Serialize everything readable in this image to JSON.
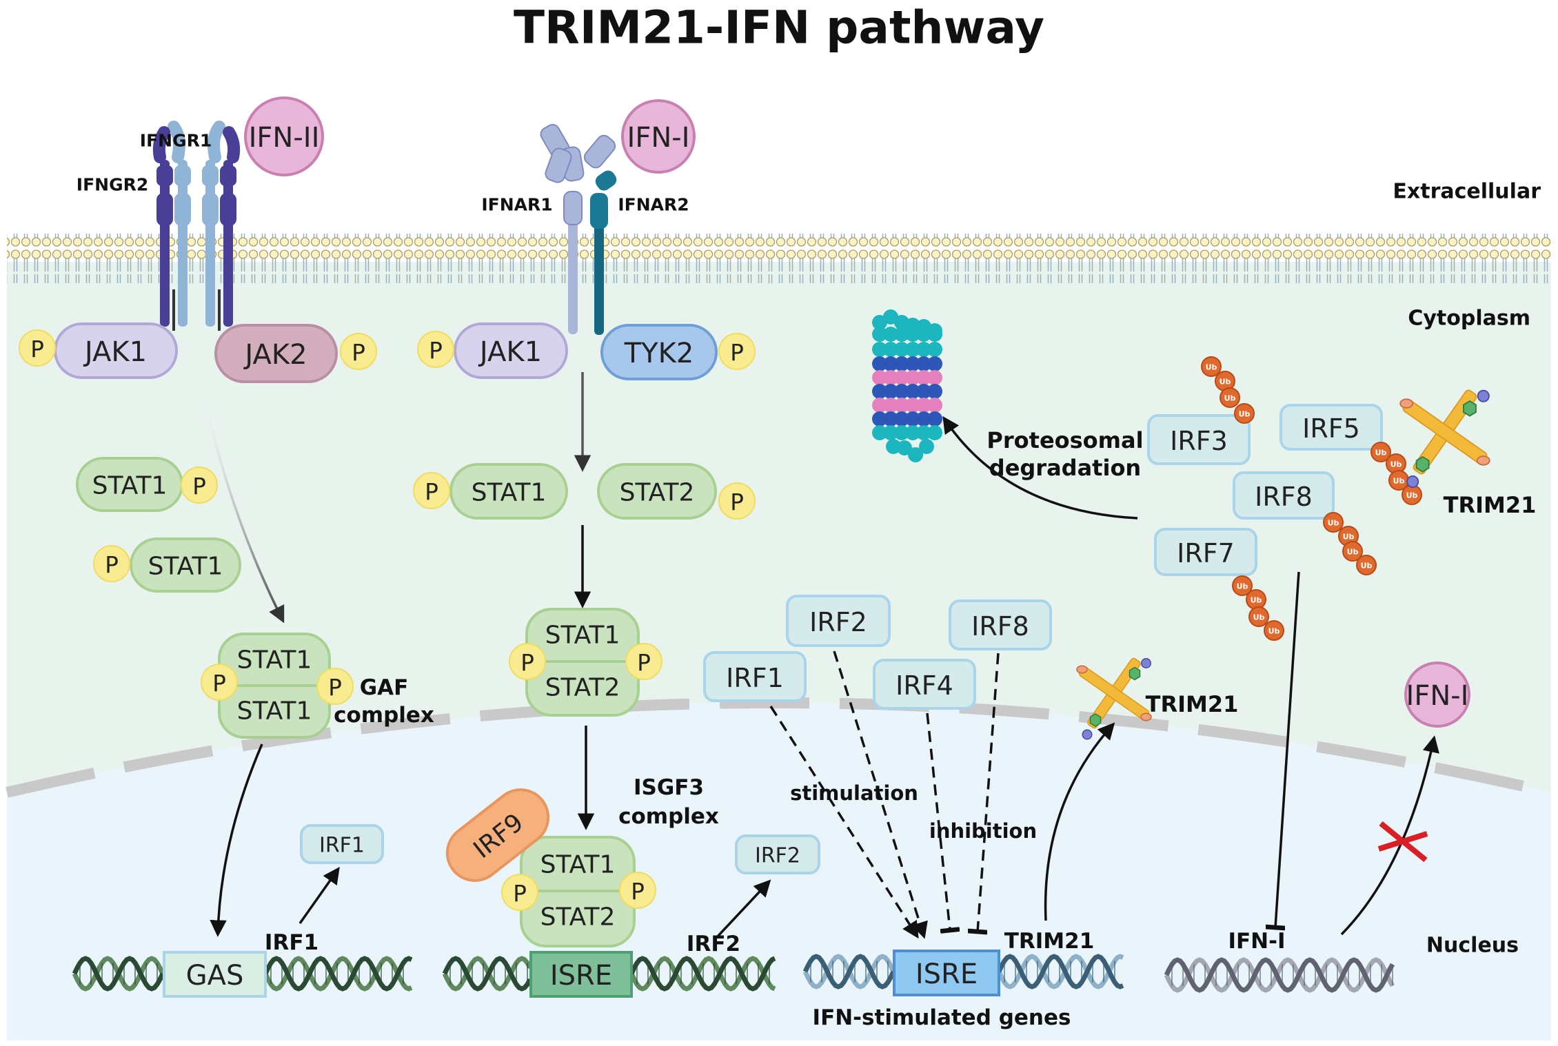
{
  "title": "TRIM21-IFN pathway",
  "compartments": {
    "extracellular": "Extracellular",
    "cytoplasm": "Cytoplasm",
    "nucleus": "Nucleus"
  },
  "ligands": {
    "ifn_ii": "IFN-II",
    "ifn_i_top": "IFN-I",
    "ifn_i_nucleus": "IFN-I"
  },
  "receptors": {
    "ifngr1": "IFNGR1",
    "ifngr2": "IFNGR2",
    "ifnar1": "IFNAR1",
    "ifnar2": "IFNAR2"
  },
  "kinases": {
    "jak1_left": "JAK1",
    "jak2": "JAK2",
    "jak1_right": "JAK1",
    "tyk2": "TYK2"
  },
  "phospho": "P",
  "stats": {
    "stat1_a": "STAT1",
    "stat1_b": "STAT1",
    "stat1_c": "STAT1",
    "stat2_a": "STAT2"
  },
  "complexes": {
    "gaf_top": "STAT1",
    "gaf_bottom": "STAT1",
    "gaf_label": "GAF\ncomplex",
    "isgf3_mid_top": "STAT1",
    "isgf3_mid_bottom": "STAT2",
    "isgf3_top": "STAT1",
    "isgf3_bottom": "STAT2",
    "isgf3_label": "ISGF3\ncomplex",
    "irf9": "IRF9"
  },
  "irfs": {
    "irf1_cyto": "IRF1",
    "irf2_cyto": "IRF2",
    "irf4": "IRF4",
    "irf8_cyto": "IRF8",
    "irf1_nuc": "IRF1",
    "irf2_nuc": "IRF2",
    "irf3": "IRF3",
    "irf5": "IRF5",
    "irf8_ub": "IRF8",
    "irf7": "IRF7"
  },
  "ubiquitin": "Ub",
  "labels": {
    "stimulation": "stimulation",
    "inhibition": "inhibition",
    "proteosomal": "Proteosomal\ndegradation",
    "trim21_cyto": "TRIM21",
    "trim21_top": "TRIM21",
    "trim21_dna": "TRIM21",
    "irf1_dna": "IRF1",
    "irf2_dna": "IRF2",
    "ifn_i_dna": "IFN-I",
    "isgs": "IFN-stimulated genes"
  },
  "promoters": {
    "gas": "GAS",
    "isre_1": "ISRE",
    "isre_2": "ISRE"
  },
  "colors": {
    "cytoplasm": "#e8f3ee",
    "nucleus": "#e9f5fa",
    "stat_fill": "#c8e3bd",
    "stat_stroke": "#a8d090",
    "phospho_fill": "#f8eb90",
    "irf_fill": "#d5ebeb",
    "irf_stroke": "#a9d4ea",
    "ub_fill": "#e06a2e",
    "trim21": "#f2b93a"
  }
}
